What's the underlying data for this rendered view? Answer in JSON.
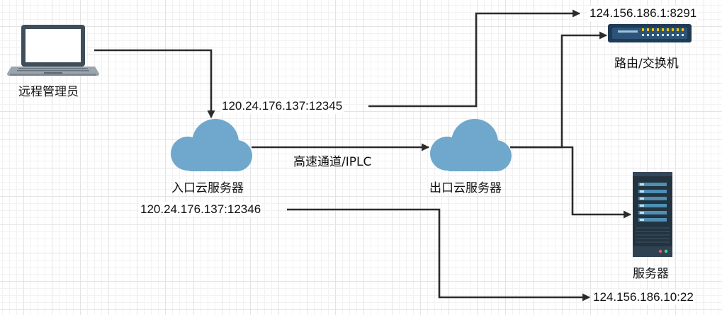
{
  "nodes": {
    "admin": {
      "label": "远程管理员",
      "icon": "laptop-icon"
    },
    "entry_server": {
      "label": "入口云服务器",
      "icon": "cloud-icon"
    },
    "exit_server": {
      "label": "出口云服务器",
      "icon": "cloud-icon"
    },
    "router": {
      "label": "路由/交换机",
      "icon": "router-icon"
    },
    "server": {
      "label": "服务器",
      "icon": "server-rack-icon"
    }
  },
  "edges": {
    "entry_port_router": "120.24.176.137:12345",
    "entry_port_server": "120.24.176.137:12346",
    "tunnel": "高速通道/IPLC",
    "router_target": "124.156.186.1:8291",
    "server_target": "124.156.186.10:22"
  },
  "colors": {
    "line": "#2b2b2b",
    "cloud": "#6fa8cc",
    "server_body": "#23333f",
    "server_slot": "#4d8fb5",
    "router_body": "#1f3a55",
    "router_light": "#f2c200"
  }
}
